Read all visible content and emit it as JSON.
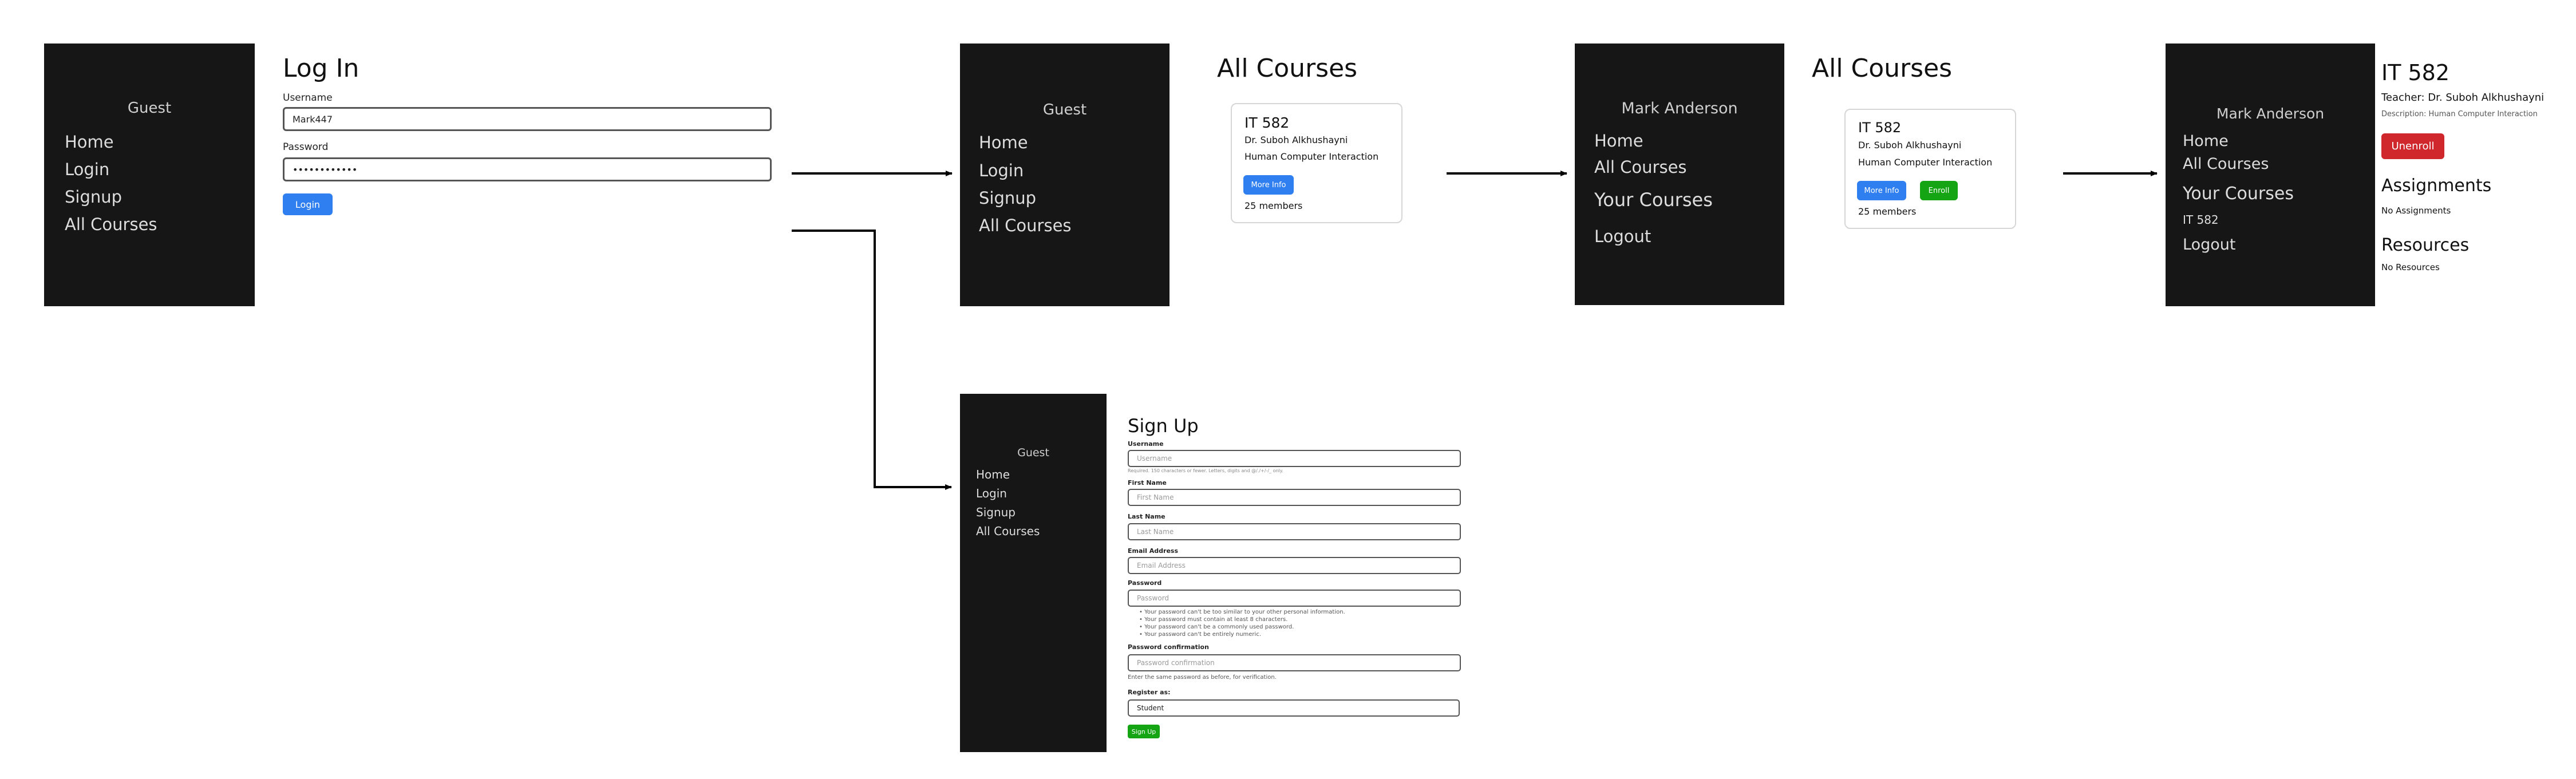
{
  "login_screen": {
    "sidebar": {
      "user": "Guest",
      "items": [
        "Home",
        "Login",
        "Signup",
        "All Courses"
      ]
    },
    "title": "Log In",
    "username_label": "Username",
    "username_value": "Mark447",
    "password_label": "Password",
    "password_value": "••••••••••••",
    "login_button": "Login"
  },
  "guest_courses_screen": {
    "sidebar": {
      "user": "Guest",
      "items": [
        "Home",
        "Login",
        "Signup",
        "All Courses"
      ]
    },
    "title": "All Courses",
    "card": {
      "code": "IT 582",
      "teacher": "Dr. Suboh Alkhushayni",
      "name": "Human Computer Interaction",
      "more_info": "More Info",
      "members": "25 members"
    }
  },
  "user_courses_screen": {
    "sidebar": {
      "user": "Mark Anderson",
      "items": [
        "Home",
        "All Courses",
        "Your Courses",
        "Logout"
      ]
    },
    "title": "All Courses",
    "card": {
      "code": "IT 582",
      "teacher": "Dr. Suboh Alkhushayni",
      "name": "Human Computer Interaction",
      "more_info": "More Info",
      "enroll": "Enroll",
      "members": "25 members"
    }
  },
  "course_detail_screen": {
    "sidebar": {
      "user": "Mark Anderson",
      "items": [
        "Home",
        "All Courses",
        "Your Courses",
        "IT 582",
        "Logout"
      ]
    },
    "title": "IT 582",
    "teacher": "Teacher: Dr. Suboh Alkhushayni",
    "description": "Description: Human Computer Interaction",
    "unenroll": "Unenroll",
    "assignments_heading": "Assignments",
    "assignments_text": "No Assignments",
    "resources_heading": "Resources",
    "resources_text": "No Resources"
  },
  "signup_screen": {
    "sidebar": {
      "user": "Guest",
      "items": [
        "Home",
        "Login",
        "Signup",
        "All Courses"
      ]
    },
    "title": "Sign Up",
    "username_label": "Username",
    "username_placeholder": "Username",
    "username_help": "Required. 150 characters or fewer. Letters, digits and @/./+/-/_ only.",
    "first_name_label": "First Name",
    "first_name_placeholder": "First Name",
    "last_name_label": "Last Name",
    "last_name_placeholder": "Last Name",
    "email_label": "Email Address",
    "email_placeholder": "Email Address",
    "password_label": "Password",
    "password_placeholder": "Password",
    "password_rules": [
      "• Your password can't be too similar to your other personal information.",
      "• Your password must contain at least 8 characters.",
      "• Your password can't be a commonly used password.",
      "• Your password can't be entirely numeric."
    ],
    "confirm_label": "Password confirmation",
    "confirm_placeholder": "Password confirmation",
    "confirm_help": "Enter the same password as before, for verification.",
    "register_label": "Register as:",
    "register_value": "Student",
    "signup_button": "Sign Up"
  }
}
